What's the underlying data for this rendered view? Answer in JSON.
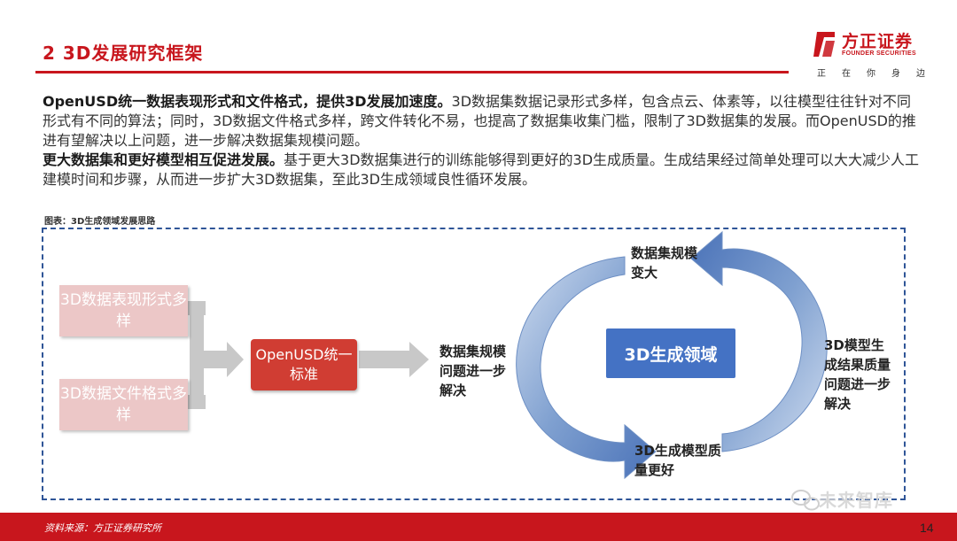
{
  "header": {
    "title": "2 3D发展研究框架"
  },
  "logo": {
    "name": "方正证券",
    "english": "FOUNDER SECURITIES",
    "slogan": "正在你身边",
    "brand_color": "#c8161d"
  },
  "body": {
    "p1_bold": "OpenUSD统一数据表现形式和文件格式，提供3D发展加速度。",
    "p1_rest": "3D数据集数据记录形式多样，包含点云、体素等，以往模型往往针对不同形式有不同的算法；同时，3D数据文件格式多样，跨文件转化不易，也提高了数据集收集门槛，限制了3D数据集的发展。而OpenUSD的推进有望解决以上问题，进一步解决数据集规模问题。",
    "p2_bold": "更大数据集和更好模型相互促进发展。",
    "p2_rest": "基于更大3D数据集进行的训练能够得到更好的3D生成质量。生成结果经过简单处理可以大大减少人工建模时间和步骤，从而进一步扩大3D数据集，至此3D生成领域良性循环发展。"
  },
  "figure": {
    "caption": "图表：3D生成领域发展思路",
    "input_box_1": "3D数据表现形式多样",
    "input_box_2": "3D数据文件格式多样",
    "standard_box": "OpenUSD统一标准",
    "mid_label": "数据集规模问题进一步解决",
    "center": "3D生成领域",
    "cycle_top": "数据集规模变大",
    "cycle_right": "3D模型生成结果质量问题进一步解决",
    "cycle_bottom": "3D生成模型质量更好",
    "colors": {
      "frame": "#2f5597",
      "pink": "#ecc7c7",
      "red": "#d03d33",
      "blue": "#4472c4",
      "grey_arrow": "#c8c8c8"
    }
  },
  "footer": {
    "source": "资料来源：方正证券研究所",
    "page_number": "14",
    "watermark": "未来智库",
    "watermark_icon": "wechat-icon"
  }
}
